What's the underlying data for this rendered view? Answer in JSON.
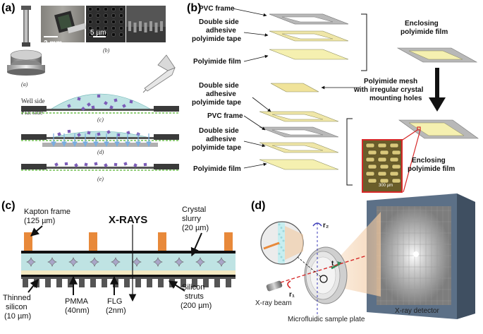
{
  "panels": {
    "a": {
      "label": "(a)",
      "scale_2mm": "2 mm",
      "scale_5um": "5 µm",
      "sub_a": "(a)",
      "sub_b": "(b)",
      "sub_c": "(c)",
      "sub_d": "(d)",
      "sub_e": "(e)",
      "well_side": "Well side",
      "flat_side": "Flat side"
    },
    "b": {
      "label": "(b)",
      "pvc_frame_top": "PVC frame",
      "tape_top_1": "Double side",
      "tape_top_2": "adhesive",
      "tape_top_3": "polyimide tape",
      "film_top": "Polyimide film",
      "enclosing_top": "Enclosing",
      "enclosing_top_2": "polyimide film",
      "tape_mid_1": "Double side",
      "tape_mid_2": "adhesive",
      "tape_mid_3": "polyimide tape",
      "mesh_1": "Polyimide mesh",
      "mesh_2": "with irregular crystal",
      "mesh_3": "mounting holes",
      "pvc_frame_bot": "PVC frame",
      "tape_bot_1": "Double side",
      "tape_bot_2": "adhesive",
      "tape_bot_3": "polyimide tape",
      "film_bot": "Polyimide film",
      "enclosing_bot": "Enclosing",
      "enclosing_bot_2": "polyimide film",
      "inset_scale": "300 µm"
    },
    "c": {
      "label": "(c)",
      "kapton_1": "Kapton frame",
      "kapton_2": "(125 µm)",
      "xrays": "X-RAYS",
      "slurry_1": "Crystal",
      "slurry_2": "slurry",
      "slurry_3": "(20 µm)",
      "thinned_1": "Thinned",
      "thinned_2": "silicon",
      "thinned_3": "(10 µm)",
      "pmma_1": "PMMA",
      "pmma_2": "(40nm)",
      "flg_1": "FLG",
      "flg_2": "(2nm)",
      "struts_1": "Silicon",
      "struts_2": "struts",
      "struts_3": "(200 µm)"
    },
    "d": {
      "label": "(d)",
      "xray_beam": "X-ray beam",
      "plate": "Microfluidic sample plate",
      "detector": "X-ray detector",
      "r1": "r₁",
      "r2": "r₂",
      "t": "t"
    }
  },
  "colors": {
    "polyimide": "#f3efb4",
    "frame_grey": "#b8b8b8",
    "tape": "#e8dfa0",
    "kapton": "#e8893a",
    "slurry": "#bfe3e3",
    "crystal": "#7c5cb8",
    "inset_border": "#d62828"
  }
}
